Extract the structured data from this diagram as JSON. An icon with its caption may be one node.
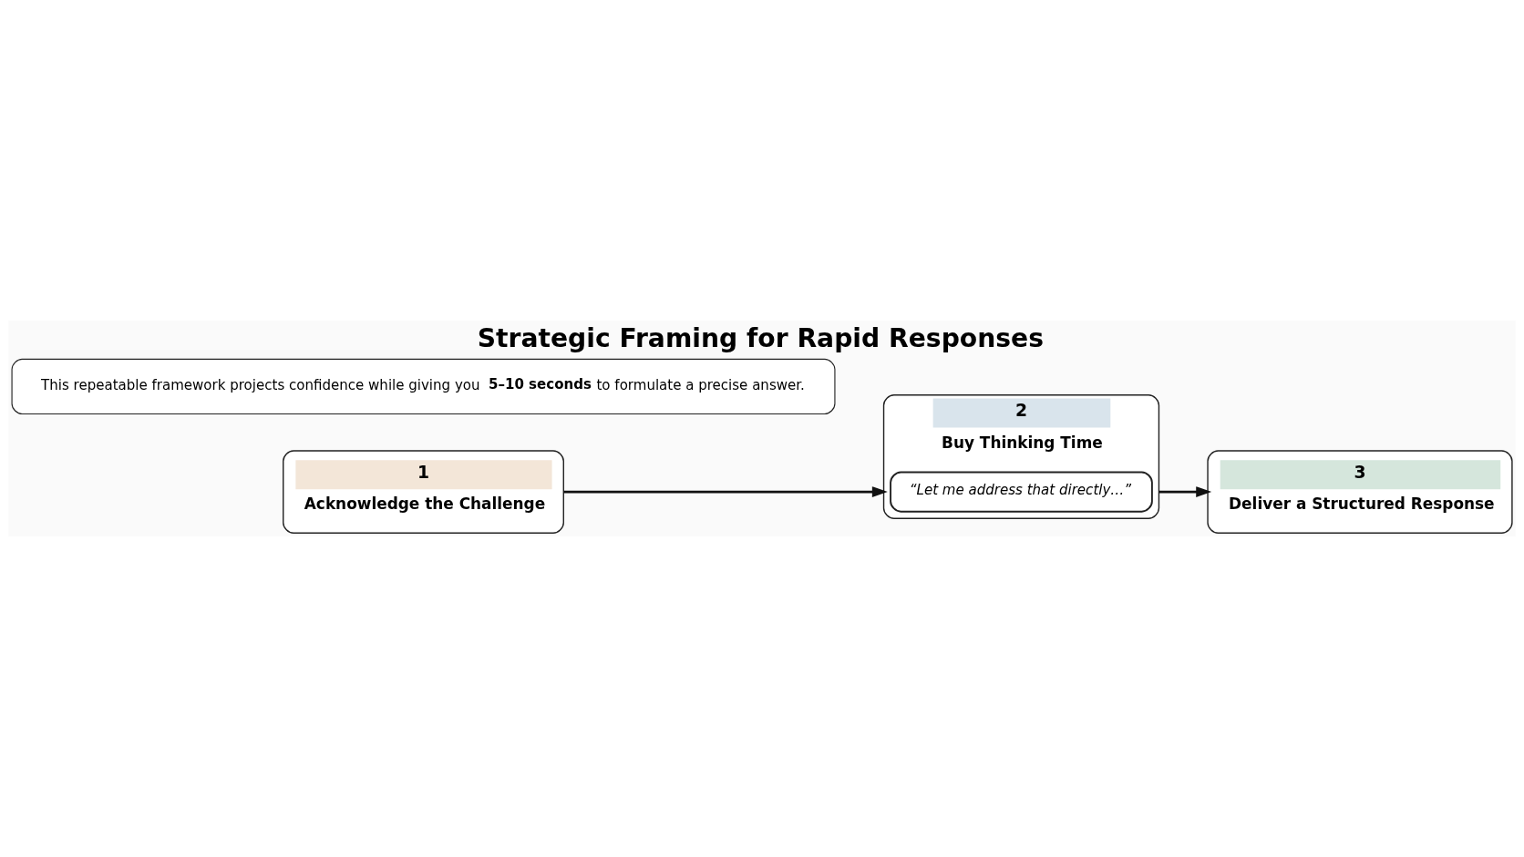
{
  "diagram": {
    "title": "Strategic Framing for Rapid Responses",
    "nodes": [
      {
        "text": [
          "1",
          "Acknowledge the Challenge"
        ]
      },
      {
        "text": [
          "2",
          "Buy Thinking Time"
        ]
      },
      {
        "text": [
          "“Let me address that directly…”"
        ],
        "in": 1
      },
      {
        "text": [
          "3",
          "Deliver a Structured Response"
        ]
      },
      {
        "text": [
          "This repeatable framework projects confidence while giving you **5–10 seconds** to formulate a precise answer."
        ]
      }
    ],
    "edges": [
      {
        "from": 0,
        "to": 1,
        "arrow": "to"
      },
      {
        "from": 1,
        "to": 3,
        "arrow": "to"
      }
    ]
  }
}
